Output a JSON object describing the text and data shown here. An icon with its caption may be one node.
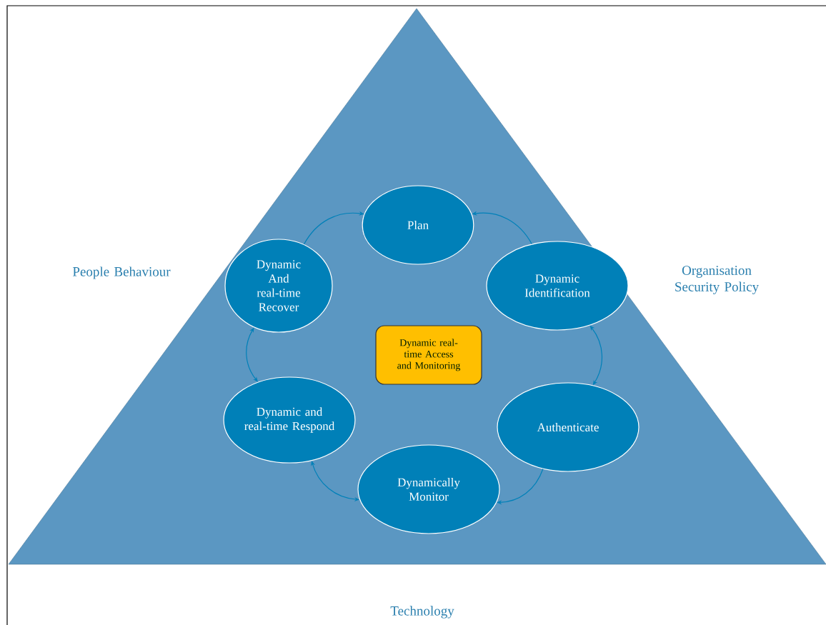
{
  "diagram": {
    "nodes": [
      {
        "text": [
          "Plan"
        ]
      },
      {
        "text": [
          "Dynamic And real-time Recover"
        ]
      },
      {
        "text": [
          "Dynamic Identification"
        ]
      },
      {
        "text": [
          "Dynamic real-time Access and Monitoring"
        ]
      },
      {
        "text": [
          "Dynamic and real-time Respond"
        ]
      },
      {
        "text": [
          "Authenticate"
        ]
      },
      {
        "text": [
          "Dynamically Monitor"
        ]
      }
    ],
    "edges": [
      {
        "from": 1,
        "to": 0,
        "arrow": "to"
      },
      {
        "from": 2,
        "to": 0,
        "arrow": "to"
      },
      {
        "from": 2,
        "to": 5,
        "arrow": "both"
      },
      {
        "from": 5,
        "to": 6,
        "arrow": "to"
      },
      {
        "from": 4,
        "to": 6,
        "arrow": "both"
      },
      {
        "from": 1,
        "to": 4,
        "arrow": "both"
      }
    ],
    "labels": [
      "People Behaviour",
      "Organisation Security Policy",
      "Technology"
    ]
  }
}
